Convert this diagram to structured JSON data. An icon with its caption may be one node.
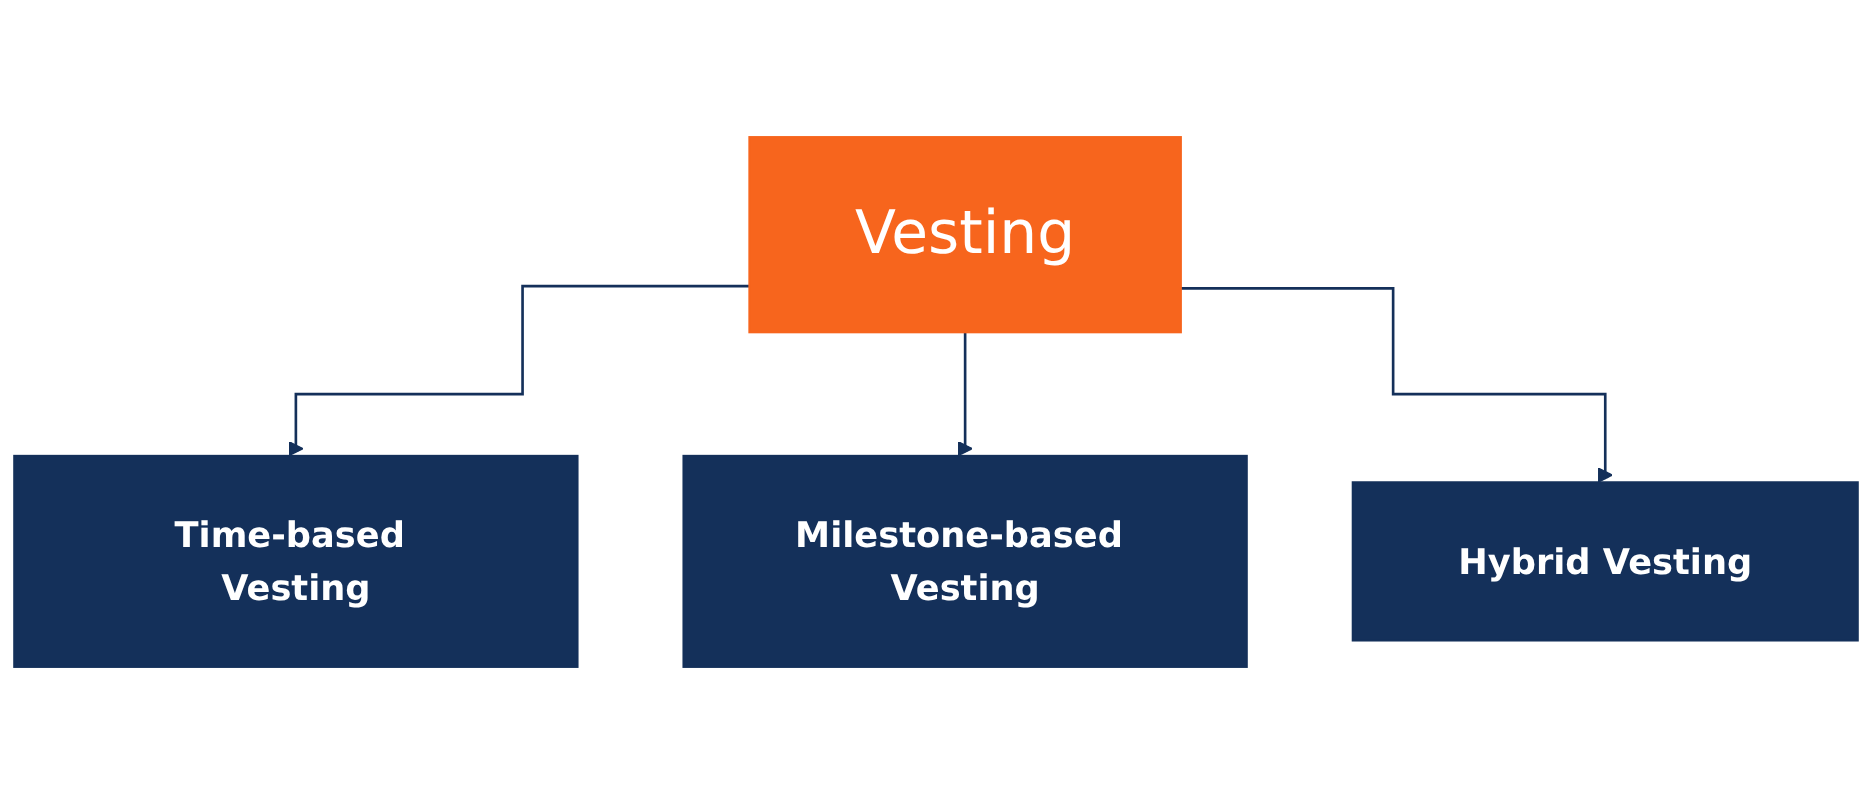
{
  "diagram": {
    "nodes": [
      {
        "text": [
          "Vesting"
        ]
      },
      {
        "text": [
          "Time-based Vesting"
        ]
      },
      {
        "text": [
          "Milestone-based Vesting"
        ]
      },
      {
        "text": [
          "Hybrid Vesting"
        ]
      }
    ],
    "edges": [
      {
        "from": 0,
        "to": 1,
        "arrow": "to"
      },
      {
        "from": 0,
        "to": 2,
        "arrow": "to"
      },
      {
        "from": 0,
        "to": 3,
        "arrow": "to"
      }
    ]
  }
}
